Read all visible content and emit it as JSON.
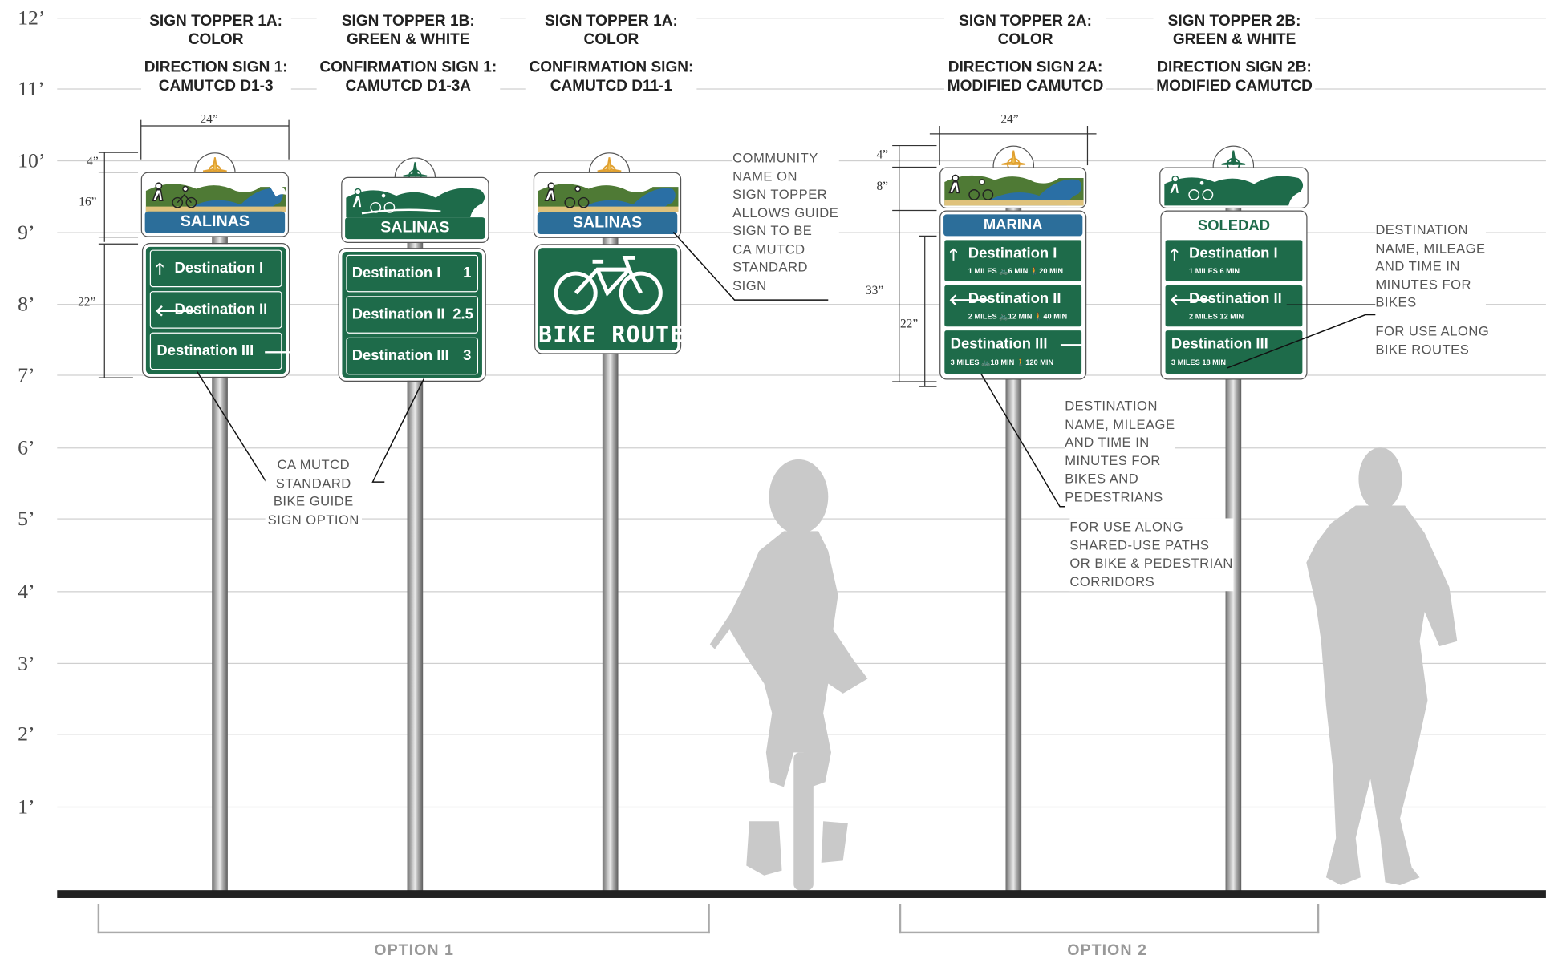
{
  "height_scale": [
    "12’",
    "11’",
    "10’",
    "9’",
    "8’",
    "7’",
    "6’",
    "5’",
    "4’",
    "3’",
    "2’",
    "1’"
  ],
  "columns": [
    {
      "topper_line1": "SIGN TOPPER 1A:",
      "topper_line2": "COLOR",
      "sign_line1": "DIRECTION SIGN 1:",
      "sign_line2": "CAMUTCD D1-3"
    },
    {
      "topper_line1": "SIGN TOPPER 1B:",
      "topper_line2": "GREEN & WHITE",
      "sign_line1": "CONFIRMATION SIGN 1:",
      "sign_line2": "CAMUTCD D1-3A"
    },
    {
      "topper_line1": "SIGN TOPPER 1A:",
      "topper_line2": "COLOR",
      "sign_line1": "CONFIRMATION SIGN:",
      "sign_line2": "CAMUTCD D11-1"
    },
    {
      "topper_line1": "SIGN TOPPER 2A:",
      "topper_line2": "COLOR",
      "sign_line1": "DIRECTION SIGN 2A:",
      "sign_line2": "MODIFIED CAMUTCD"
    },
    {
      "topper_line1": "SIGN TOPPER 2B:",
      "topper_line2": "GREEN & WHITE",
      "sign_line1": "DIRECTION SIGN 2B:",
      "sign_line2": "MODIFIED CAMUTCD"
    }
  ],
  "dimensions": {
    "width_a": "24”",
    "width_b": "24”",
    "d4a": "4”",
    "d16": "16”",
    "d22a": "22”",
    "d4b": "4”",
    "d8": "8”",
    "d33": "33”",
    "d22b": "22”"
  },
  "signs": {
    "s1": {
      "topper": "SALINAS",
      "rows": [
        "Destination I",
        "Destination II",
        "Destination III"
      ]
    },
    "s2": {
      "topper": "SALINAS",
      "rows": [
        "Destination I",
        "Destination II",
        "Destination III"
      ],
      "values": [
        "1",
        "2.5",
        "3"
      ]
    },
    "s3": {
      "topper": "SALINAS",
      "sign_text": "BIKE ROUTE"
    },
    "s4": {
      "topper": "MARINA",
      "rows": [
        "Destination I",
        "Destination II",
        "Destination III"
      ],
      "subs": [
        "1 MILES  🚲6 MIN  🚶20 MIN",
        "2 MILES  🚲12 MIN  🚶40 MIN",
        "3 MILES 🚲18 MIN  🚶120 MIN"
      ]
    },
    "s5": {
      "topper": "SOLEDAD",
      "rows": [
        "Destination I",
        "Destination II",
        "Destination III"
      ],
      "subs": [
        "1 MILES        6 MIN",
        "2 MILES        12 MIN",
        "3 MILES     18 MIN"
      ]
    }
  },
  "annotations": {
    "community": [
      "COMMUNITY",
      "NAME ON",
      "SIGN TOPPER",
      "ALLOWS GUIDE",
      "SIGN TO BE",
      "CA MUTCD",
      "STANDARD",
      "SIGN"
    ],
    "camutcd": [
      "CA MUTCD",
      "STANDARD",
      "BIKE GUIDE",
      "SIGN OPTION"
    ],
    "dest_ped": [
      "DESTINATION",
      "NAME, MILEAGE",
      "AND TIME IN",
      "MINUTES FOR",
      "BIKES AND",
      "PEDESTRIANS"
    ],
    "shared": [
      "FOR USE ALONG",
      "SHARED-USE PATHS",
      "OR BIKE & PEDESTRIAN",
      "CORRIDORS"
    ],
    "dest_bike": [
      "DESTINATION",
      "NAME, MILEAGE",
      "AND TIME IN",
      "MINUTES FOR",
      "BIKES"
    ],
    "bike_routes": [
      "FOR USE ALONG",
      "BIKE ROUTES"
    ]
  },
  "options": [
    "OPTION 1",
    "OPTION 2"
  ],
  "colors": {
    "sign_green": "#1e6b4a",
    "topper_blue": "#2c6e9a",
    "silhouette": "#c9c9c9"
  }
}
